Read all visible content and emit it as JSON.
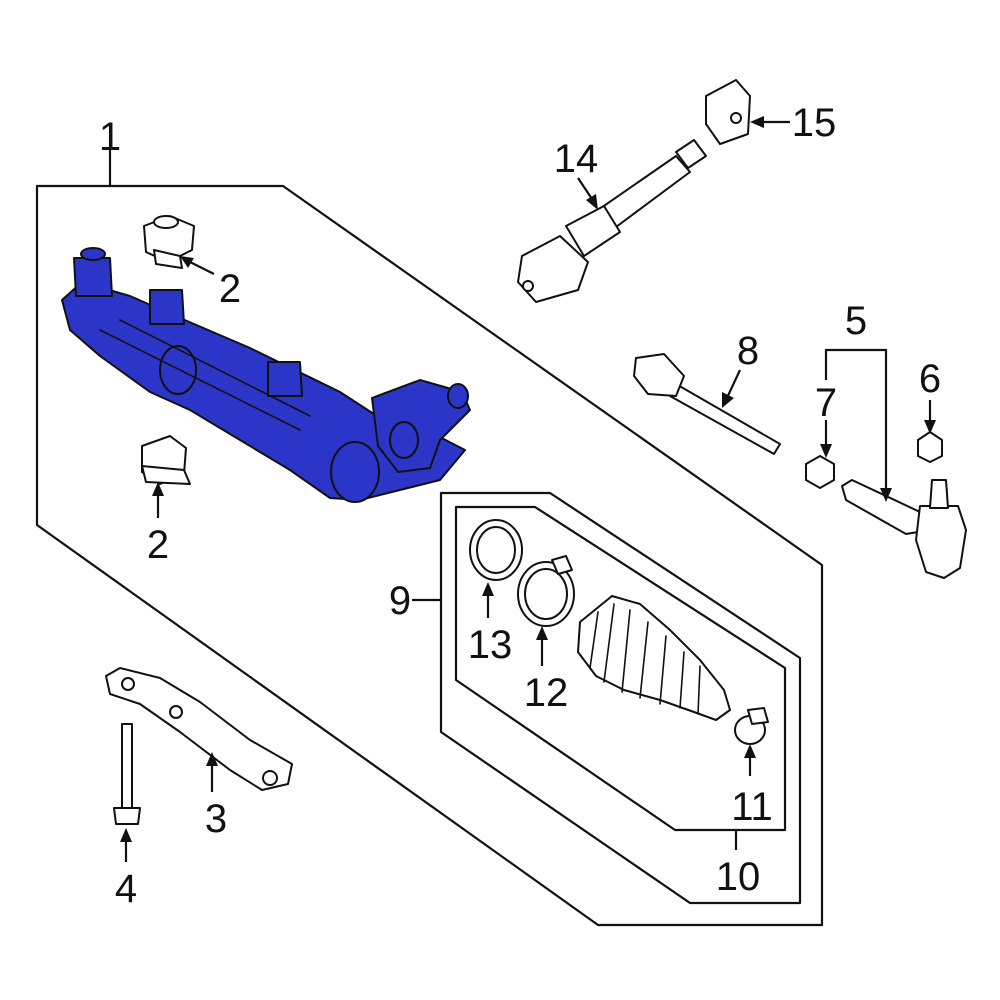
{
  "diagram": {
    "highlight_color": "#2b36c9",
    "line_color": "#111111",
    "background": "#ffffff",
    "callouts": [
      {
        "id": "c1",
        "label": "1"
      },
      {
        "id": "c2a",
        "label": "2"
      },
      {
        "id": "c2b",
        "label": "2"
      },
      {
        "id": "c3",
        "label": "3"
      },
      {
        "id": "c4",
        "label": "4"
      },
      {
        "id": "c5",
        "label": "5"
      },
      {
        "id": "c6",
        "label": "6"
      },
      {
        "id": "c7",
        "label": "7"
      },
      {
        "id": "c8",
        "label": "8"
      },
      {
        "id": "c9",
        "label": "9"
      },
      {
        "id": "c10",
        "label": "10"
      },
      {
        "id": "c11",
        "label": "11"
      },
      {
        "id": "c12",
        "label": "12"
      },
      {
        "id": "c13",
        "label": "13"
      },
      {
        "id": "c14",
        "label": "14"
      },
      {
        "id": "c15",
        "label": "15"
      }
    ]
  }
}
